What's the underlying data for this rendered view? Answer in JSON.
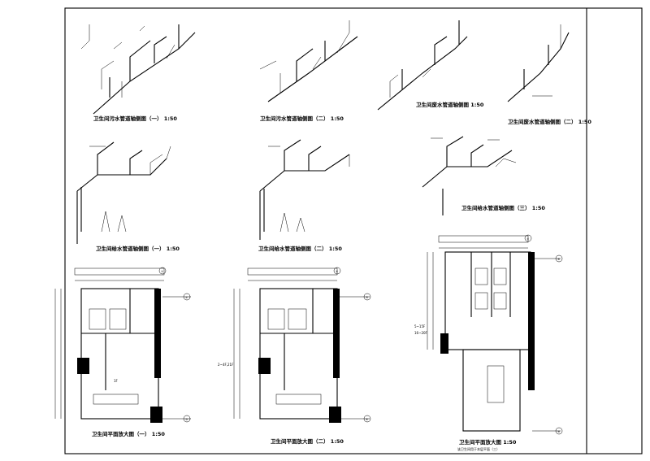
{
  "titles": {
    "drain_axon_1": "卫生间污水管道轴侧图（一） 1:50",
    "drain_axon_2": "卫生间污水管道轴侧图（二） 1:50",
    "drain_axon_3": "卫生间废水管道轴侧图 1:50",
    "drain_axon_4": "卫生间废水管道轴侧图（二） 1:50",
    "supply_axon_1": "卫生间给水管道轴侧图（一） 1:50",
    "supply_axon_2": "卫生间给水管道轴侧图（二） 1:50",
    "supply_axon_3": "卫生间给水管道轴侧图（三） 1:50",
    "plan_1": "卫生间平面放大图（一） 1:50",
    "plan_2": "卫生间平面放大图（二） 1:50",
    "plan_3": "卫生间平面放大图 1:50",
    "plan_3_note": "该卫生间用于本层平面（三）"
  },
  "floor_notes": {
    "plan_1_floor": "1F",
    "plan_2_floor": "2~4F,21F",
    "plan_3_floor_a": "5~15F",
    "plan_3_floor_b": "16~20F"
  },
  "axis_marks": {
    "a1": "①",
    "a2": "②",
    "a3": "③",
    "a4": "④",
    "a5": "⑤",
    "a6": "⑥",
    "a7": "⑦",
    "a8": "⑧",
    "a9": "⑨"
  }
}
